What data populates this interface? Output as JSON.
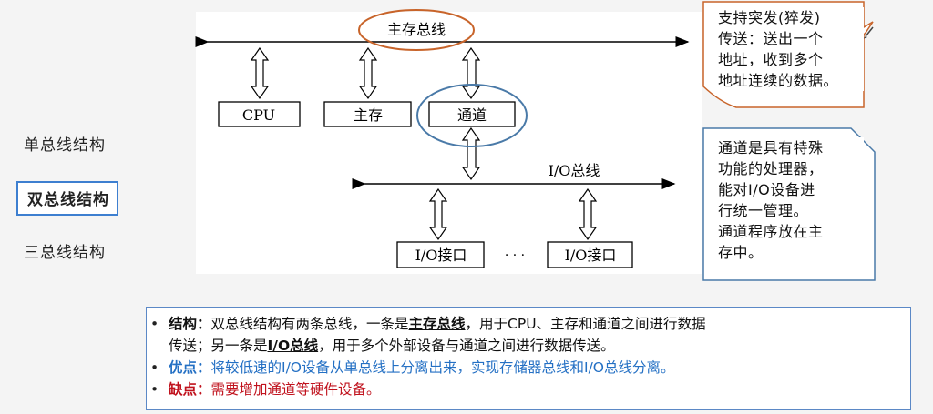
{
  "nav": {
    "items": [
      {
        "label": "单总线结构"
      },
      {
        "label": "双总线结构"
      },
      {
        "label": "三总线结构"
      }
    ],
    "active_index": 1
  },
  "diagram": {
    "main_bus": "主存总线",
    "io_bus": "I/O总线",
    "cpu": "CPU",
    "memory": "主存",
    "channel": "通道",
    "io_port_1": "I/O接口",
    "io_port_2": "I/O接口",
    "ellipsis": "· · ·"
  },
  "notes": {
    "burst": [
      "支持突发(猝发)",
      "传送：送出一个",
      "地址，收到多个",
      "地址连续的数据。"
    ],
    "channel": [
      "通道是具有特殊",
      "功能的处理器，",
      "能对I/O设备进",
      "行统一管理。",
      "通道程序放在主",
      "存中。"
    ]
  },
  "bullets": {
    "marker": "•",
    "structure": {
      "label": "结构：",
      "text_a": "双总线结构有两条总线，一条是",
      "main_bus": "主存总线",
      "text_b": "，用于CPU、主存和通道之间进行数据",
      "text_c": "传送；另一条是",
      "io_bus": "I/O总线",
      "text_d": "，用于多个外部设备与通道之间进行数据传送。"
    },
    "advantage": {
      "label": "优点：",
      "text": "将较低速的I/O设备从单总线上分离出来，实现存储器总线和I/O总线分离。"
    },
    "disadvantage": {
      "label": "缺点：",
      "text": "需要增加通道等硬件设备。"
    }
  },
  "colors": {
    "nav_highlight": "#3d7fd0",
    "annotation_orange": "#c8642a",
    "annotation_blue": "#4a7aa8",
    "advantage_blue": "#2470c4",
    "disadvantage_red": "#c0121d"
  }
}
